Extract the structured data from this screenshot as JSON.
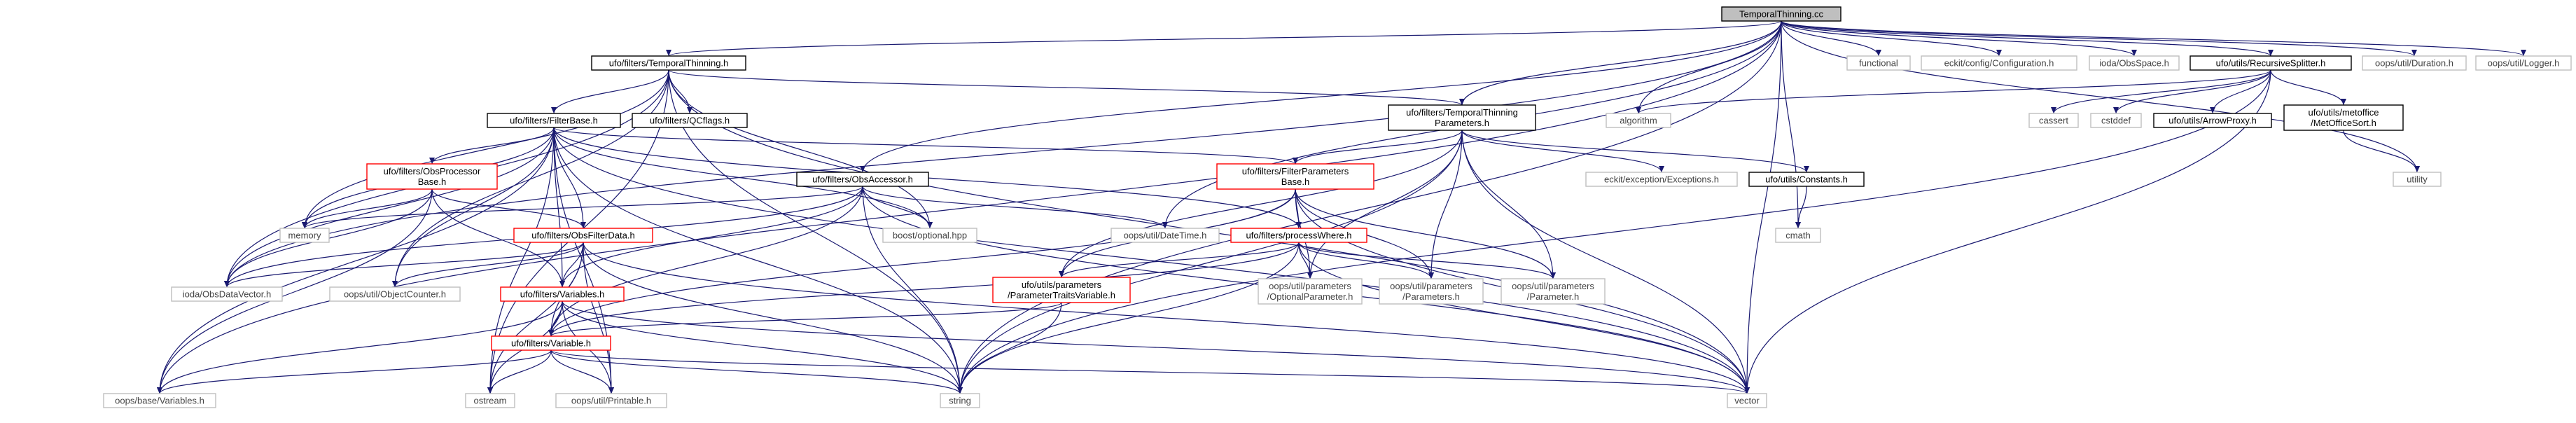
{
  "nodes": {
    "root": {
      "label": [
        "TemporalThinning.cc"
      ],
      "style": "root"
    },
    "temporal_h": {
      "label": [
        "ufo/filters/TemporalThinning.h"
      ],
      "style": "black"
    },
    "functional": {
      "label": [
        "functional"
      ],
      "style": "grey"
    },
    "eckit_config": {
      "label": [
        "eckit/config/Configuration.h"
      ],
      "style": "grey"
    },
    "ioda_obsspace": {
      "label": [
        "ioda/ObsSpace.h"
      ],
      "style": "grey"
    },
    "recursive_splitter": {
      "label": [
        "ufo/utils/RecursiveSplitter.h"
      ],
      "style": "black"
    },
    "duration": {
      "label": [
        "oops/util/Duration.h"
      ],
      "style": "grey"
    },
    "logger": {
      "label": [
        "oops/util/Logger.h"
      ],
      "style": "grey"
    },
    "filterbase": {
      "label": [
        "ufo/filters/FilterBase.h"
      ],
      "style": "black"
    },
    "qcflags": {
      "label": [
        "ufo/filters/QCflags.h"
      ],
      "style": "black"
    },
    "tt_params": {
      "label": [
        "ufo/filters/TemporalThinning",
        "Parameters.h"
      ],
      "style": "black"
    },
    "algorithm": {
      "label": [
        "algorithm"
      ],
      "style": "grey"
    },
    "cassert": {
      "label": [
        "cassert"
      ],
      "style": "grey"
    },
    "cstddef": {
      "label": [
        "cstddef"
      ],
      "style": "grey"
    },
    "arrowproxy": {
      "label": [
        "ufo/utils/ArrowProxy.h"
      ],
      "style": "black"
    },
    "metoffice_sort": {
      "label": [
        "ufo/utils/metoffice",
        "/MetOfficeSort.h"
      ],
      "style": "black"
    },
    "obsprocessor": {
      "label": [
        "ufo/filters/ObsProcessor",
        "Base.h"
      ],
      "style": "red"
    },
    "obsaccessor": {
      "label": [
        "ufo/filters/ObsAccessor.h"
      ],
      "style": "black"
    },
    "filterparams": {
      "label": [
        "ufo/filters/FilterParameters",
        "Base.h"
      ],
      "style": "red"
    },
    "eckit_exceptions": {
      "label": [
        "eckit/exception/Exceptions.h"
      ],
      "style": "grey"
    },
    "constants": {
      "label": [
        "ufo/utils/Constants.h"
      ],
      "style": "black"
    },
    "utility": {
      "label": [
        "utility"
      ],
      "style": "grey"
    },
    "memory": {
      "label": [
        "memory"
      ],
      "style": "grey"
    },
    "boost_optional": {
      "label": [
        "boost/optional.hpp"
      ],
      "style": "grey"
    },
    "datetime": {
      "label": [
        "oops/util/DateTime.h"
      ],
      "style": "grey"
    },
    "processwhere": {
      "label": [
        "ufo/filters/processWhere.h"
      ],
      "style": "red"
    },
    "cmath": {
      "label": [
        "cmath"
      ],
      "style": "grey"
    },
    "obsfilterdata": {
      "label": [
        "ufo/filters/ObsFilterData.h"
      ],
      "style": "red"
    },
    "ioda_obsdatavector": {
      "label": [
        "ioda/ObsDataVector.h"
      ],
      "style": "grey"
    },
    "objectcounter": {
      "label": [
        "oops/util/ObjectCounter.h"
      ],
      "style": "grey"
    },
    "variables_h": {
      "label": [
        "ufo/filters/Variables.h"
      ],
      "style": "red"
    },
    "param_traits": {
      "label": [
        "ufo/utils/parameters",
        "/ParameterTraitsVariable.h"
      ],
      "style": "red"
    },
    "optional_param": {
      "label": [
        "oops/util/parameters",
        "/OptionalParameter.h"
      ],
      "style": "grey"
    },
    "parameters_h": {
      "label": [
        "oops/util/parameters",
        "/Parameters.h"
      ],
      "style": "grey"
    },
    "parameter_h": {
      "label": [
        "oops/util/parameters",
        "/Parameter.h"
      ],
      "style": "grey"
    },
    "variable_h": {
      "label": [
        "ufo/filters/Variable.h"
      ],
      "style": "red"
    },
    "oops_base_variables": {
      "label": [
        "oops/base/Variables.h"
      ],
      "style": "grey"
    },
    "ostream": {
      "label": [
        "ostream"
      ],
      "style": "grey"
    },
    "printable": {
      "label": [
        "oops/util/Printable.h"
      ],
      "style": "grey"
    },
    "string": {
      "label": [
        "string"
      ],
      "style": "grey"
    },
    "vector": {
      "label": [
        "vector"
      ],
      "style": "grey"
    }
  },
  "edges": [
    [
      "root",
      "temporal_h"
    ],
    [
      "root",
      "functional"
    ],
    [
      "root",
      "eckit_config"
    ],
    [
      "root",
      "ioda_obsspace"
    ],
    [
      "root",
      "recursive_splitter"
    ],
    [
      "root",
      "duration"
    ],
    [
      "root",
      "logger"
    ],
    [
      "root",
      "tt_params"
    ],
    [
      "root",
      "obsaccessor"
    ],
    [
      "root",
      "algorithm"
    ],
    [
      "root",
      "cmath"
    ],
    [
      "root",
      "utility"
    ],
    [
      "root",
      "datetime"
    ],
    [
      "root",
      "vector"
    ],
    [
      "root",
      "string"
    ],
    [
      "root",
      "oops_base_variables"
    ],
    [
      "root",
      "ioda_obsdatavector"
    ],
    [
      "temporal_h",
      "filterbase"
    ],
    [
      "temporal_h",
      "qcflags"
    ],
    [
      "temporal_h",
      "tt_params"
    ],
    [
      "temporal_h",
      "memory"
    ],
    [
      "temporal_h",
      "boost_optional"
    ],
    [
      "temporal_h",
      "string"
    ],
    [
      "temporal_h",
      "vector"
    ],
    [
      "temporal_h",
      "ostream"
    ],
    [
      "temporal_h",
      "ioda_obsdatavector"
    ],
    [
      "temporal_h",
      "objectcounter"
    ],
    [
      "recursive_splitter",
      "algorithm"
    ],
    [
      "recursive_splitter",
      "cassert"
    ],
    [
      "recursive_splitter",
      "cstddef"
    ],
    [
      "recursive_splitter",
      "arrowproxy"
    ],
    [
      "recursive_splitter",
      "metoffice_sort"
    ],
    [
      "recursive_splitter",
      "vector"
    ],
    [
      "recursive_splitter",
      "string"
    ],
    [
      "metoffice_sort",
      "utility"
    ],
    [
      "filterbase",
      "obsprocessor"
    ],
    [
      "filterbase",
      "filterparams"
    ],
    [
      "filterbase",
      "memory"
    ],
    [
      "filterbase",
      "ioda_obsdatavector"
    ],
    [
      "filterbase",
      "objectcounter"
    ],
    [
      "filterbase",
      "obsfilterdata"
    ],
    [
      "filterbase",
      "variables_h"
    ],
    [
      "filterbase",
      "processwhere"
    ],
    [
      "filterbase",
      "printable"
    ],
    [
      "filterbase",
      "oops_base_variables"
    ],
    [
      "filterbase",
      "ostream"
    ],
    [
      "filterbase",
      "string"
    ],
    [
      "filterbase",
      "vector"
    ],
    [
      "filterbase",
      "boost_optional"
    ],
    [
      "tt_params",
      "filterparams"
    ],
    [
      "tt_params",
      "constants"
    ],
    [
      "tt_params",
      "eckit_exceptions"
    ],
    [
      "tt_params",
      "optional_param"
    ],
    [
      "tt_params",
      "parameters_h"
    ],
    [
      "tt_params",
      "parameter_h"
    ],
    [
      "tt_params",
      "param_traits"
    ],
    [
      "tt_params",
      "string"
    ],
    [
      "tt_params",
      "vector"
    ],
    [
      "obsprocessor",
      "obsfilterdata"
    ],
    [
      "obsprocessor",
      "variables_h"
    ],
    [
      "obsprocessor",
      "ioda_obsdatavector"
    ],
    [
      "obsprocessor",
      "oops_base_variables"
    ],
    [
      "obsprocessor",
      "memory"
    ],
    [
      "obsaccessor",
      "memory"
    ],
    [
      "obsaccessor",
      "boost_optional"
    ],
    [
      "obsaccessor",
      "datetime"
    ],
    [
      "obsaccessor",
      "ioda_obsdatavector"
    ],
    [
      "obsaccessor",
      "variables_h"
    ],
    [
      "obsaccessor",
      "variable_h"
    ],
    [
      "obsaccessor",
      "string"
    ],
    [
      "obsaccessor",
      "vector"
    ],
    [
      "filterparams",
      "processwhere"
    ],
    [
      "filterparams",
      "param_traits"
    ],
    [
      "filterparams",
      "optional_param"
    ],
    [
      "filterparams",
      "parameters_h"
    ],
    [
      "filterparams",
      "parameter_h"
    ],
    [
      "filterparams",
      "variable_h"
    ],
    [
      "filterparams",
      "vector"
    ],
    [
      "constants",
      "cmath"
    ],
    [
      "processwhere",
      "optional_param"
    ],
    [
      "processwhere",
      "parameters_h"
    ],
    [
      "processwhere",
      "parameter_h"
    ],
    [
      "processwhere",
      "param_traits"
    ],
    [
      "processwhere",
      "variable_h"
    ],
    [
      "processwhere",
      "string"
    ],
    [
      "processwhere",
      "vector"
    ],
    [
      "obsfilterdata",
      "ioda_obsdatavector"
    ],
    [
      "obsfilterdata",
      "objectcounter"
    ],
    [
      "obsfilterdata",
      "variables_h"
    ],
    [
      "obsfilterdata",
      "variable_h"
    ],
    [
      "obsfilterdata",
      "printable"
    ],
    [
      "obsfilterdata",
      "ostream"
    ],
    [
      "obsfilterdata",
      "string"
    ],
    [
      "obsfilterdata",
      "vector"
    ],
    [
      "variables_h",
      "variable_h"
    ],
    [
      "variables_h",
      "oops_base_variables"
    ],
    [
      "variables_h",
      "ostream"
    ],
    [
      "variables_h",
      "printable"
    ],
    [
      "variables_h",
      "string"
    ],
    [
      "variables_h",
      "vector"
    ],
    [
      "param_traits",
      "variable_h"
    ],
    [
      "param_traits",
      "string"
    ],
    [
      "variable_h",
      "oops_base_variables"
    ],
    [
      "variable_h",
      "ostream"
    ],
    [
      "variable_h",
      "printable"
    ],
    [
      "variable_h",
      "string"
    ],
    [
      "variable_h",
      "vector"
    ]
  ]
}
